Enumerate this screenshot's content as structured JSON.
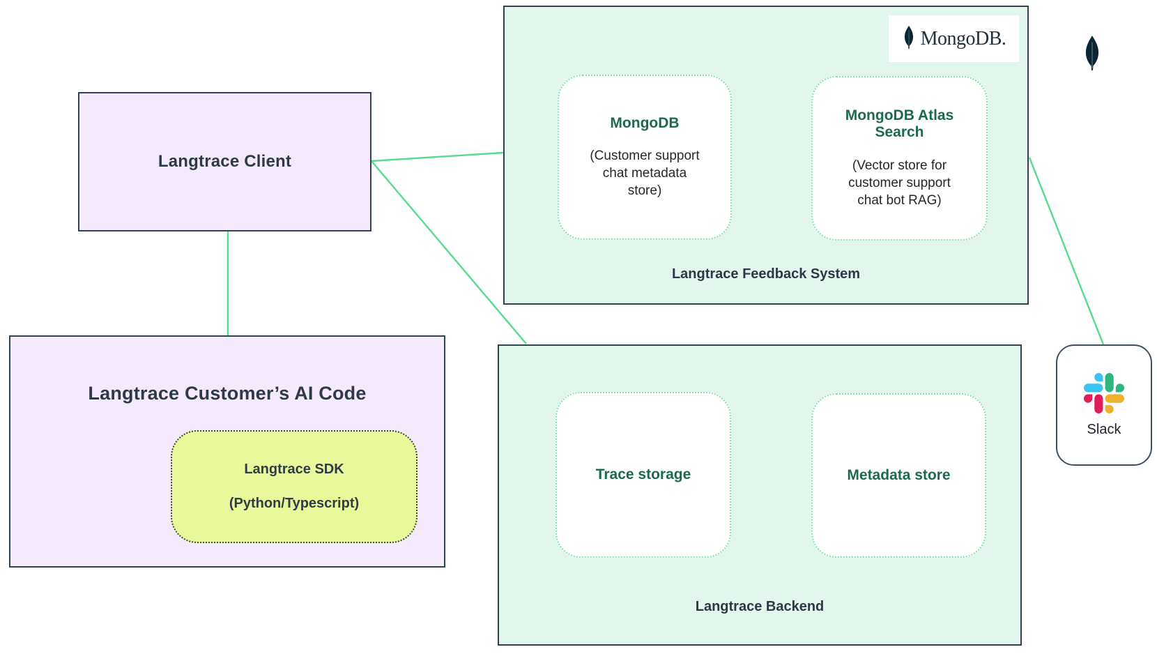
{
  "diagram": {
    "client": {
      "title": "Langtrace Client"
    },
    "customer": {
      "title": "Langtrace Customer’s AI Code",
      "sdk": {
        "title": "Langtrace SDK",
        "subtitle": "(Python/Typescript)"
      }
    },
    "feedback": {
      "label": "Langtrace Feedback System",
      "logo_wordmark": "MongoDB.",
      "nodes": [
        {
          "title": "MongoDB",
          "body": "(Customer support\nchat metadata\nstore)"
        },
        {
          "title": "MongoDB Atlas\nSearch",
          "body": "(Vector store for\ncustomer support\nchat bot RAG)"
        }
      ]
    },
    "backend": {
      "label": "Langtrace Backend",
      "nodes": [
        {
          "title": "Trace storage"
        },
        {
          "title": "Metadata store"
        }
      ]
    },
    "slack": {
      "label": "Slack"
    },
    "icons": {
      "mongodb_leaf": "mongodb-leaf-icon",
      "slack_logo": "slack-icon"
    },
    "colors": {
      "mint_fill": "#e2f6ed",
      "purple_fill": "#f5eafb",
      "yellow_fill": "#e9f89b",
      "box_border": "#31414d",
      "connector_green": "#57db8c",
      "dotted_green": "#7fe6ac",
      "green_text": "#1b6a50",
      "dark_text": "#2e3a46",
      "mongodb_dark": "#0c2533",
      "slack_blue": "#36c5f0",
      "slack_green": "#2eb67d",
      "slack_red": "#e01e5a",
      "slack_yellow": "#ecb22e"
    }
  }
}
